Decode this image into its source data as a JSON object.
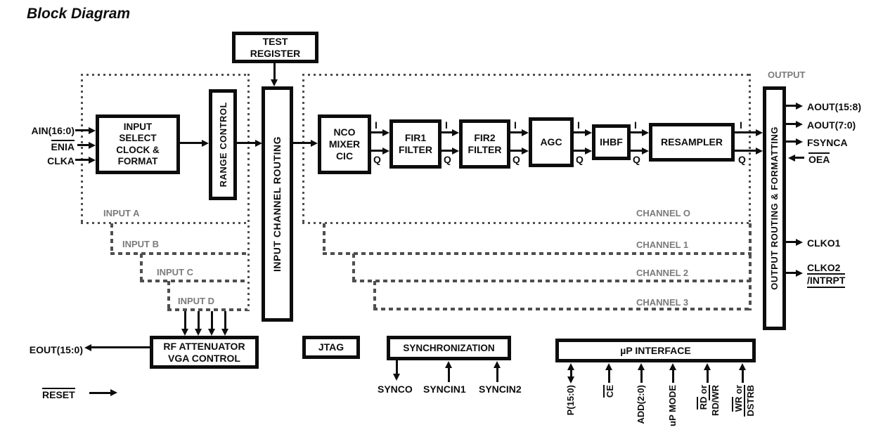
{
  "title": "Block Diagram",
  "colors": {
    "line_black": "#0d0d0d",
    "dotted_gray": "#4f4f4f",
    "label_gray": "#7b7b7b"
  },
  "blocks": {
    "test_register": {
      "line1": "TEST",
      "line2": "REGISTER"
    },
    "input_select": {
      "line1": "INPUT",
      "line2": "SELECT",
      "line3": "CLOCK &",
      "line4": "FORMAT"
    },
    "range_control": {
      "label": "RANGE CONTROL"
    },
    "input_channel_routing": {
      "label": "INPUT CHANNEL ROUTING"
    },
    "nco": {
      "line1": "NCO",
      "line2": "MIXER",
      "line3": "CIC"
    },
    "fir1": {
      "line1": "FIR1",
      "line2": "FILTER"
    },
    "fir2": {
      "line1": "FIR2",
      "line2": "FILTER"
    },
    "agc": {
      "label": "AGC"
    },
    "ihbf": {
      "label": "IHBF"
    },
    "resampler": {
      "label": "RESAMPLER"
    },
    "output_routing": {
      "label": "OUTPUT ROUTING & FORMATTING"
    },
    "rf_attenuator": {
      "line1": "RF ATTENUATOR",
      "line2": "VGA CONTROL"
    },
    "jtag": {
      "label": "JTAG"
    },
    "synchronization": {
      "label": "SYNCHRONIZATION"
    },
    "up_interface": {
      "label": "µP INTERFACE"
    }
  },
  "pins": {
    "ain": "AIN(16:0)",
    "enia": "ENIA",
    "clka": "CLKA",
    "aout_hi": "AOUT(15:8)",
    "aout_lo": "AOUT(7:0)",
    "fsynca": "FSYNCA",
    "oea": "OEA",
    "clko1": "CLKO1",
    "clko2": "CLKO2",
    "intrpt": "/INTRPT",
    "eout": "EOUT(15:0)",
    "reset": "RESET",
    "synco": "SYNCO",
    "syncin1": "SYNCIN1",
    "syncin2": "SYNCIN2",
    "p_bus": "P(15:0)",
    "ce": "CE",
    "add": "ADD(2:0)",
    "up_mode": "uP MODE",
    "rd_ov": "RD",
    "rd_rest": " or",
    "rdwr_plain": "RD/",
    "rdwr_ov": "WR",
    "wr_ov": "WR",
    "wr_rest": " or",
    "dstrb_ov": "DSTRB"
  },
  "regions": {
    "input_a": "INPUT A",
    "input_b": "INPUT B",
    "input_c": "INPUT C",
    "input_d": "INPUT D",
    "channel_0": "CHANNEL O",
    "channel_1": "CHANNEL 1",
    "channel_2": "CHANNEL 2",
    "channel_3": "CHANNEL 3",
    "output": "OUTPUT"
  },
  "signals": {
    "i": "I",
    "q": "Q"
  }
}
